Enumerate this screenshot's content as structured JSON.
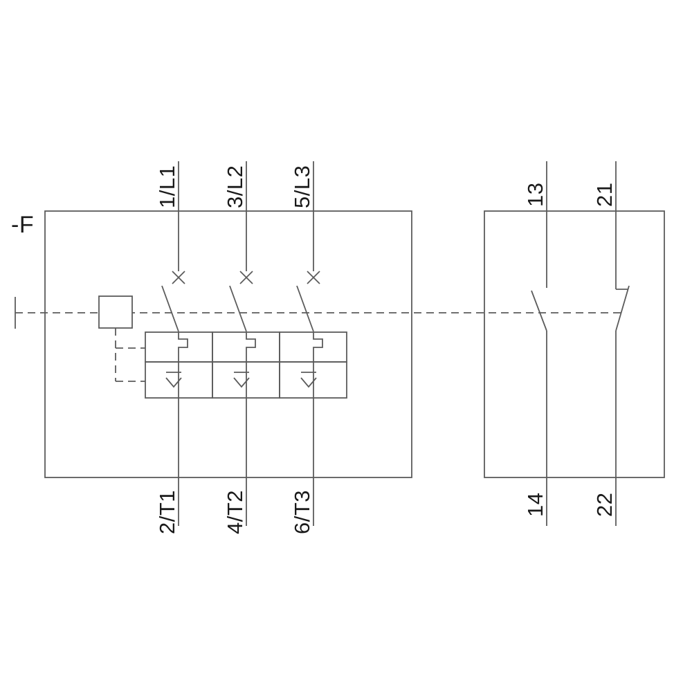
{
  "diagram": {
    "device_tag": "-F",
    "poles": {
      "top_terminals": [
        "1/L1",
        "3/L2",
        "5/L3"
      ],
      "bottom_terminals": [
        "2/T1",
        "4/T2",
        "6/T3"
      ]
    },
    "auxiliary_contacts": {
      "no_contact": {
        "top_terminal": "13",
        "bottom_terminal": "14"
      },
      "nc_contact": {
        "top_terminal": "21",
        "bottom_terminal": "22"
      }
    },
    "colors": {
      "line": "#5b5b5b",
      "text": "#1a1a1a",
      "background": "#ffffff"
    }
  }
}
